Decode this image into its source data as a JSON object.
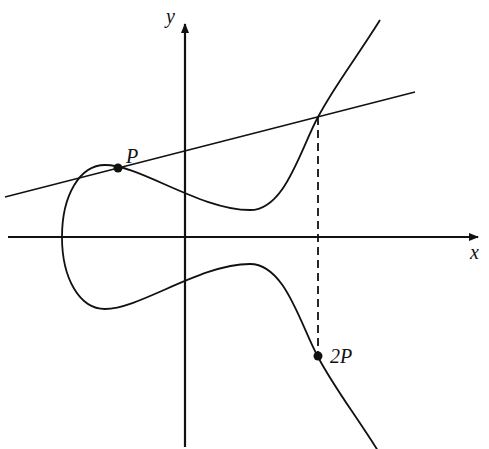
{
  "diagram": {
    "labels": [
      "y",
      "x",
      "P",
      "2P"
    ]
  }
}
